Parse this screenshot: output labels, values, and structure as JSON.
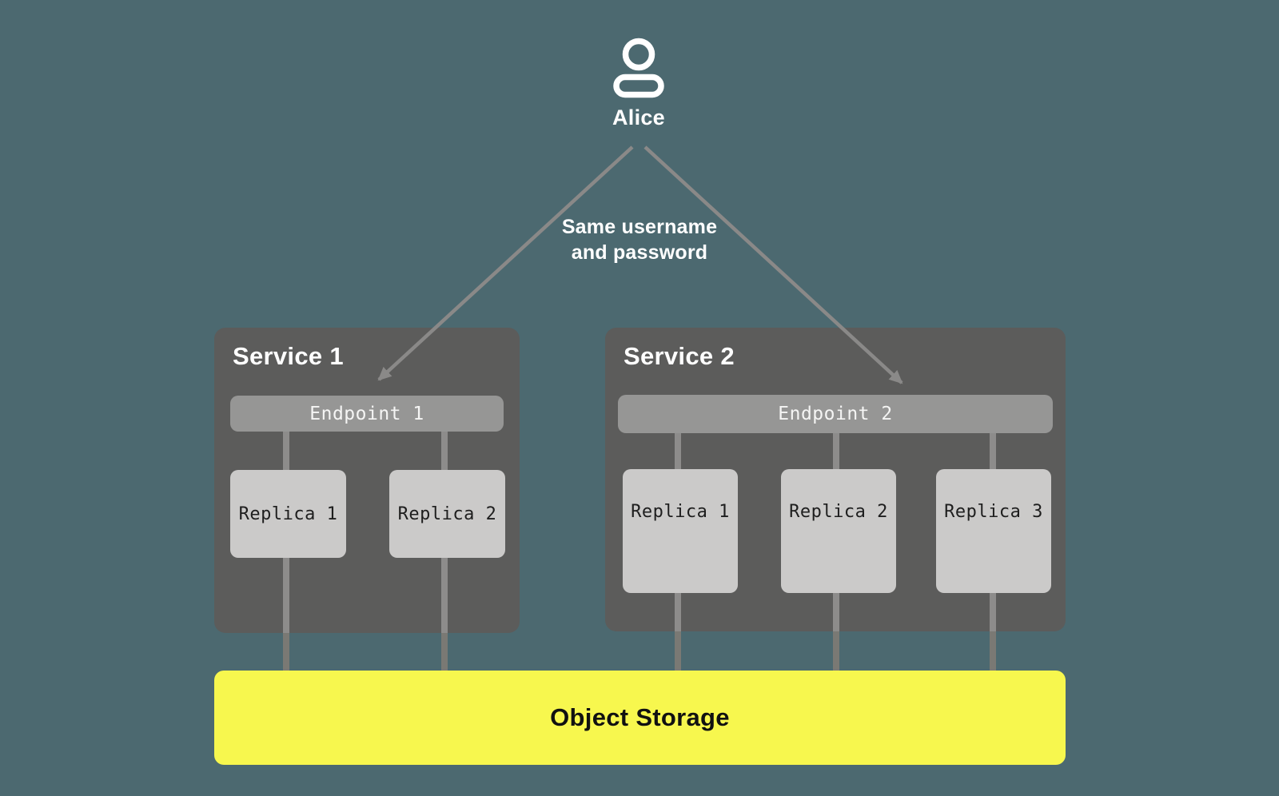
{
  "user": {
    "name": "Alice"
  },
  "annotation": {
    "lines": [
      "Same username",
      "and password"
    ]
  },
  "services": [
    {
      "title": "Service 1",
      "endpoint": {
        "label": "Endpoint 1"
      },
      "replicas": [
        {
          "label": "Replica 1"
        },
        {
          "label": "Replica 2"
        }
      ]
    },
    {
      "title": "Service 2",
      "endpoint": {
        "label": "Endpoint 2"
      },
      "replicas": [
        {
          "label": "Replica 1"
        },
        {
          "label": "Replica 2"
        },
        {
          "label": "Replica 3"
        }
      ]
    }
  ],
  "storage": {
    "label": "Object Storage"
  },
  "colors": {
    "background": "#4C6970",
    "service_box": "#5C5C5B",
    "endpoint_bar": "#969695",
    "replica_box": "#CBCAC9",
    "connector_inside": "#8D8C8B",
    "connector_outside": "#7A7974",
    "arrow": "#8A8988",
    "storage_yellow": "#F7F74E",
    "heading_text": "#FFFFFF",
    "replica_text": "#1E1E1E",
    "storage_text": "#111111"
  }
}
